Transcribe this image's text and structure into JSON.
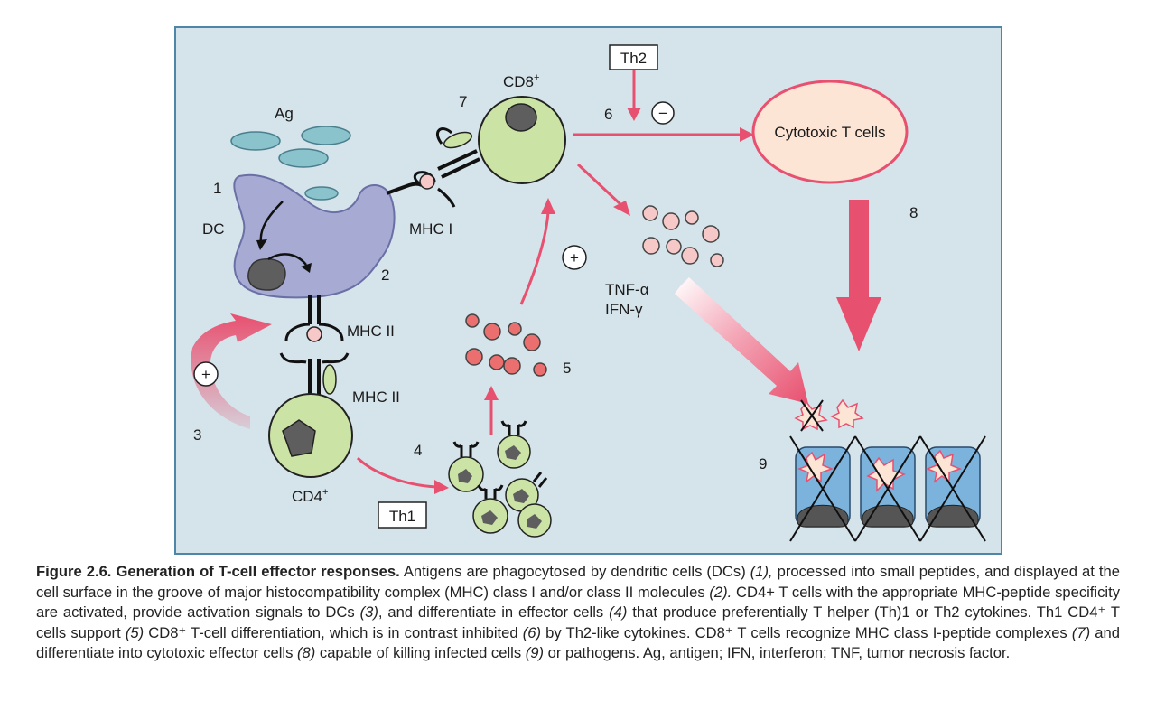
{
  "colors": {
    "background": "#d5e3ea",
    "frame": "#4e86a8",
    "dc": "#a7abd4",
    "t_cell": "#cce3a6",
    "antigen": "#8bc3cc",
    "arrow": "#e8506f",
    "cytotoxic": "#fde5d6",
    "cytokine_pink": "#f7c8c8",
    "cytokine_red": "#ec6f6f"
  },
  "figure": {
    "ag_label": "Ag",
    "dc_label": "DC",
    "mhc1_label": "MHC I",
    "mhc2_top_label": "MHC II",
    "mhc2_bottom_label": "MHC II",
    "cd8_label": "CD8",
    "cd8_sup": "+",
    "cd4_label": "CD4",
    "cd4_sup": "+",
    "th1_box": "Th1",
    "th2_box": "Th2",
    "cytotoxic_label": "Cytotoxic T cells",
    "tnf_label": "TNF-α",
    "ifn_label": "IFN-γ",
    "plus_sign": "+",
    "minus_sign": "−",
    "step_numbers": {
      "n1": "1",
      "n2": "2",
      "n3": "3",
      "n4": "4",
      "n5": "5",
      "n6": "6",
      "n7": "7",
      "n8": "8",
      "n9": "9"
    }
  },
  "caption": {
    "title": "Figure 2.6. Generation of T-cell effector responses.",
    "t1": " Antigens are phagocytosed by dendritic cells (DCs) ",
    "r1": "(1),",
    "t2": " processed into small peptides, and displayed at the cell surface in the groove of major histocompatibility complex (MHC) class I and/or class II molecules ",
    "r2": "(2).",
    "t3": " CD4+ T cells with the appropriate MHC-peptide specificity are activated, provide activation signals to DCs ",
    "r3": "(3)",
    "t4": ", and differentiate in effector cells ",
    "r4": "(4)",
    "t5": " that produce preferentially T helper (Th)1 or Th2 cytokines. Th1 CD4⁺ T cells support ",
    "r5": "(5)",
    "t6": " CD8⁺ T-cell differentiation, which is in contrast inhibited ",
    "r6": "(6)",
    "t7": " by Th2-like cytokines. CD8⁺ T cells recognize MHC class I-peptide complexes ",
    "r7": "(7)",
    "t8": " and differentiate into cytotoxic effector cells ",
    "r8": "(8)",
    "t9": " capable of killing infected cells ",
    "r9": "(9)",
    "t10": " or pathogens. Ag, antigen; IFN, interferon; TNF, tumor necrosis factor."
  }
}
